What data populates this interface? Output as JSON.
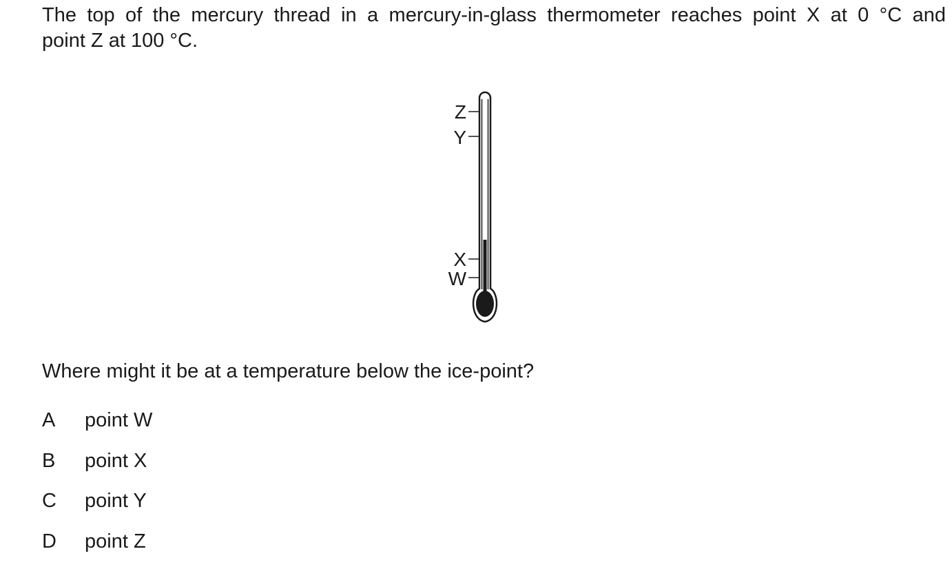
{
  "question": {
    "intro_line1": "The top of the mercury thread in a mercury-in-glass thermometer reaches point X at 0 °C and",
    "intro_line2": "point Z at 100 °C.",
    "prompt": "Where might it be at a temperature below the ice-point?"
  },
  "diagram": {
    "labels": {
      "z": "Z",
      "y": "Y",
      "x": "X",
      "w": "W"
    }
  },
  "options": [
    {
      "letter": "A",
      "text": "point W"
    },
    {
      "letter": "B",
      "text": "point X"
    },
    {
      "letter": "C",
      "text": "point Y"
    },
    {
      "letter": "D",
      "text": "point Z"
    }
  ],
  "colors": {
    "ink": "#1a1a1a",
    "glass": "#ffffff"
  }
}
